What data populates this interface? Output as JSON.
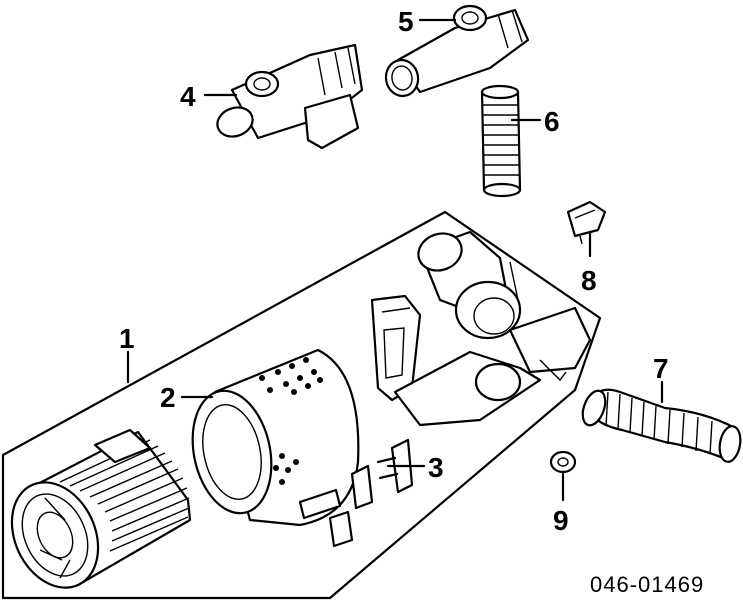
{
  "diagram": {
    "callouts": {
      "c1": "1",
      "c2": "2",
      "c3": "3",
      "c4": "4",
      "c5": "5",
      "c6": "6",
      "c7": "7",
      "c8": "8",
      "c9": "9"
    },
    "code": "046-01469"
  }
}
